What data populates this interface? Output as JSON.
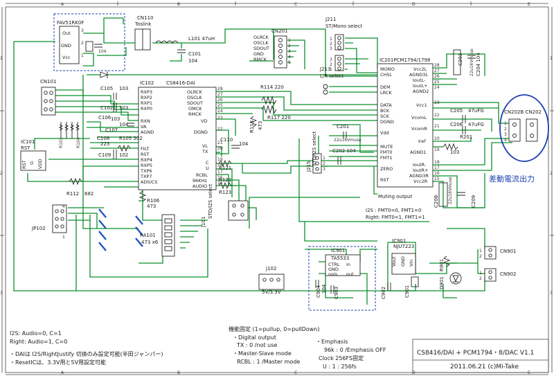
{
  "border": {
    "cols": [
      "A",
      "B",
      "C",
      "D",
      "E"
    ],
    "rows": [
      "1",
      "2",
      "3"
    ]
  },
  "components": {
    "fav": {
      "ref": "FAV51RK0F",
      "pins": [
        "Out",
        "GND",
        "Vcc"
      ],
      "nums": [
        "3",
        "2",
        "1"
      ]
    },
    "cn110": {
      "ref": "CN110",
      "name": "Toslink"
    },
    "l101": {
      "ref": "L101 47uH"
    },
    "c101": {
      "ref": "C101",
      "value": "104"
    },
    "c104_top": {
      "ref": "104"
    },
    "cn201": {
      "ref": "CN201",
      "pins": [
        "OLRCK",
        "OSCLK",
        "SDOUT",
        "GND",
        "RMCK"
      ],
      "nums": [
        "1",
        "2",
        "3",
        "4",
        "5"
      ]
    },
    "j211": {
      "ref": "J211",
      "name": "ST/Mono select",
      "nums": [
        "1",
        "2",
        "3"
      ]
    },
    "j213": {
      "ref": "J213",
      "name": "L/R select",
      "nums": [
        "3",
        "2",
        "1"
      ]
    },
    "ic201": {
      "ref": "IC201PCM1794/1798",
      "left_pins": [
        "MONO",
        "CHSL",
        "DEM",
        "LRCK",
        "DATA",
        "BCK",
        "SCK",
        "DGND",
        "Vdd",
        "MUTE",
        "FMT0",
        "FMT1",
        "ZERO",
        "RST"
      ],
      "right_pins": [
        "Vcc2L",
        "AGND3L",
        "IoutL-",
        "IoutL+",
        "AGND2",
        "Vcc1",
        "VcomL",
        "VcomR",
        "Iref",
        "AGND1",
        "IoutR-",
        "IoutR+",
        "AGND3R",
        "Vcc2R"
      ],
      "right_nums": [
        "28",
        "27",
        "26",
        "25",
        "24",
        "23",
        "22",
        "21",
        "20",
        "19",
        "18",
        "17",
        "16",
        "15"
      ]
    },
    "c203": {
      "ref": "C203"
    },
    "c204": {
      "ref": "C204 104"
    },
    "c22u": {
      "ref": "22u16Vmuse"
    },
    "c205": {
      "ref": "C205",
      "value": "47uFG"
    },
    "c206": {
      "ref": "C206",
      "value": "47uFG"
    },
    "r201": {
      "ref": "R201",
      "value": "103"
    },
    "c208": {
      "ref": "C208"
    },
    "c209": {
      "ref": "C209"
    },
    "c22u2": {
      "ref": "22u16Vmuse"
    },
    "cn202": {
      "ref": "CN202B CN202",
      "nums": [
        "1",
        "2",
        "3",
        "4"
      ]
    },
    "cn101": {
      "ref": "CN101"
    },
    "ic102": {
      "ref": "IC102",
      "name": "CS8416-DAI",
      "left_pins": [
        "RXP3",
        "RXP2",
        "RXP1",
        "RXP0",
        "RXN",
        "VA",
        "AGND",
        "FILT",
        "RST",
        "RXP4",
        "RXP5",
        "TXP6",
        "TXP7",
        "AD0/CS"
      ],
      "right_pins": [
        "OLRCK",
        "OSCLK",
        "SDOUT",
        "OMCK",
        "RMCK",
        "VD",
        "DGND",
        "VL",
        "TX",
        "C",
        "U",
        "RCBL",
        "96KHz",
        "AUDIO"
      ],
      "right_nums": [
        "28",
        "27",
        "26",
        "25",
        "24",
        "23",
        "22",
        "21",
        "20",
        "19",
        "18",
        "17",
        "16",
        "15"
      ]
    },
    "c105": {
      "ref": "C105",
      "value": "103"
    },
    "c102": {
      "ref": "C102",
      "value": "103"
    },
    "c106": {
      "ref": "C106",
      "value": "103"
    },
    "c107": {
      "ref": "C107",
      "value": "104"
    },
    "c108": {
      "ref": "C108",
      "value": "223"
    },
    "c109": {
      "ref": "C109",
      "value": "102"
    },
    "r105": {
      "ref": "R105 302"
    },
    "r101": {
      "ref": "R101"
    },
    "r104": {
      "ref": "R104"
    },
    "ic101": {
      "ref": "IC101",
      "pins": [
        "RST",
        "G",
        "VDD"
      ]
    },
    "r112": {
      "ref": "R112",
      "value": "682"
    },
    "r106": {
      "ref": "R106",
      "value": "473"
    },
    "r114": {
      "ref": "R114 220"
    },
    "r117": {
      "ref": "R117 220"
    },
    "r113": {
      "ref": "R113",
      "value": "473"
    },
    "c110": {
      "ref": "C110",
      "value": "104"
    },
    "c201": {
      "ref": "C201"
    },
    "c202": {
      "ref": "C202 104"
    },
    "j215": {
      "ref": "J215",
      "name": "STD/I2S select",
      "nums": [
        "1",
        "2",
        "3"
      ]
    },
    "muting": {
      "name": "Muting output"
    },
    "r121": {
      "ref": "R121"
    },
    "r122": {
      "ref": "R122"
    },
    "r123": {
      "ref": "R123"
    },
    "j101": {
      "ref": "J101",
      "name": "STD/I2S select"
    },
    "jp102": {
      "ref": "JP102",
      "nums": [
        "4",
        "1"
      ]
    },
    "ra101": {
      "ref": "RA101",
      "value": "473 x6"
    },
    "j102": {
      "ref": "J102",
      "value": "5V/3.3V"
    },
    "ic901": {
      "ref": "IC901",
      "name": "TA5533",
      "pins": [
        "CTRL",
        "in",
        "GND",
        "nois",
        "out"
      ]
    },
    "c904": {
      "ref": "C904",
      "value": "104"
    },
    "c903": {
      "ref": "C903"
    },
    "ic902": {
      "ref": "IC901",
      "name": "NJU7223",
      "pins": [
        "Vout",
        "GND",
        "Vin"
      ]
    },
    "c902": {
      "ref": "C902"
    },
    "c901": {
      "ref": "C901"
    },
    "r901": {
      "ref": "R901"
    },
    "d901": {
      "ref": "D901"
    },
    "cn901": {
      "ref": "CN901",
      "nums": [
        "1",
        "2"
      ]
    },
    "cn902": {
      "ref": "CN902",
      "nums": [
        "1",
        "2"
      ]
    }
  },
  "labels": {
    "diff_output": "差動電流出力",
    "fmt_i2s": "I2S : FMT0=0, FMT1=0",
    "fmt_right": "Right: FMT0=1, FMT1=1",
    "i2s_audio": "I2S: Audio=0, C=1",
    "right_audio": "Right: Audio=1, C=0",
    "note_dai": "・DAIは I2S/RightJustify 切換のみ設定可能(半田ジャンパー)",
    "note_reset": "・ResetICは、3.3V用と5V用設定可能",
    "fixed_title": "機能固定 (1=pullup, 0=pullDown)",
    "fixed_digital": "・Digital output",
    "fixed_tx": "TX : 0 /not use",
    "fixed_master": "・Master-Slave mode",
    "fixed_rcbl": "RCBL : 1 /Master mode",
    "emph_title": "・Emphasis",
    "emph_value": "96k : 0 /Emphasis OFF",
    "clock": "Clock 256FS固定",
    "clock_u": "U : 1 : 256fs"
  },
  "title_block": {
    "title": "CS8416/DAI + PCM1794・8/DAC  V1.1",
    "date": "2011.06.21  (c)Mi-Take"
  },
  "colors": {
    "wire": "#0a8f2a",
    "accent": "#1a3fb0"
  }
}
